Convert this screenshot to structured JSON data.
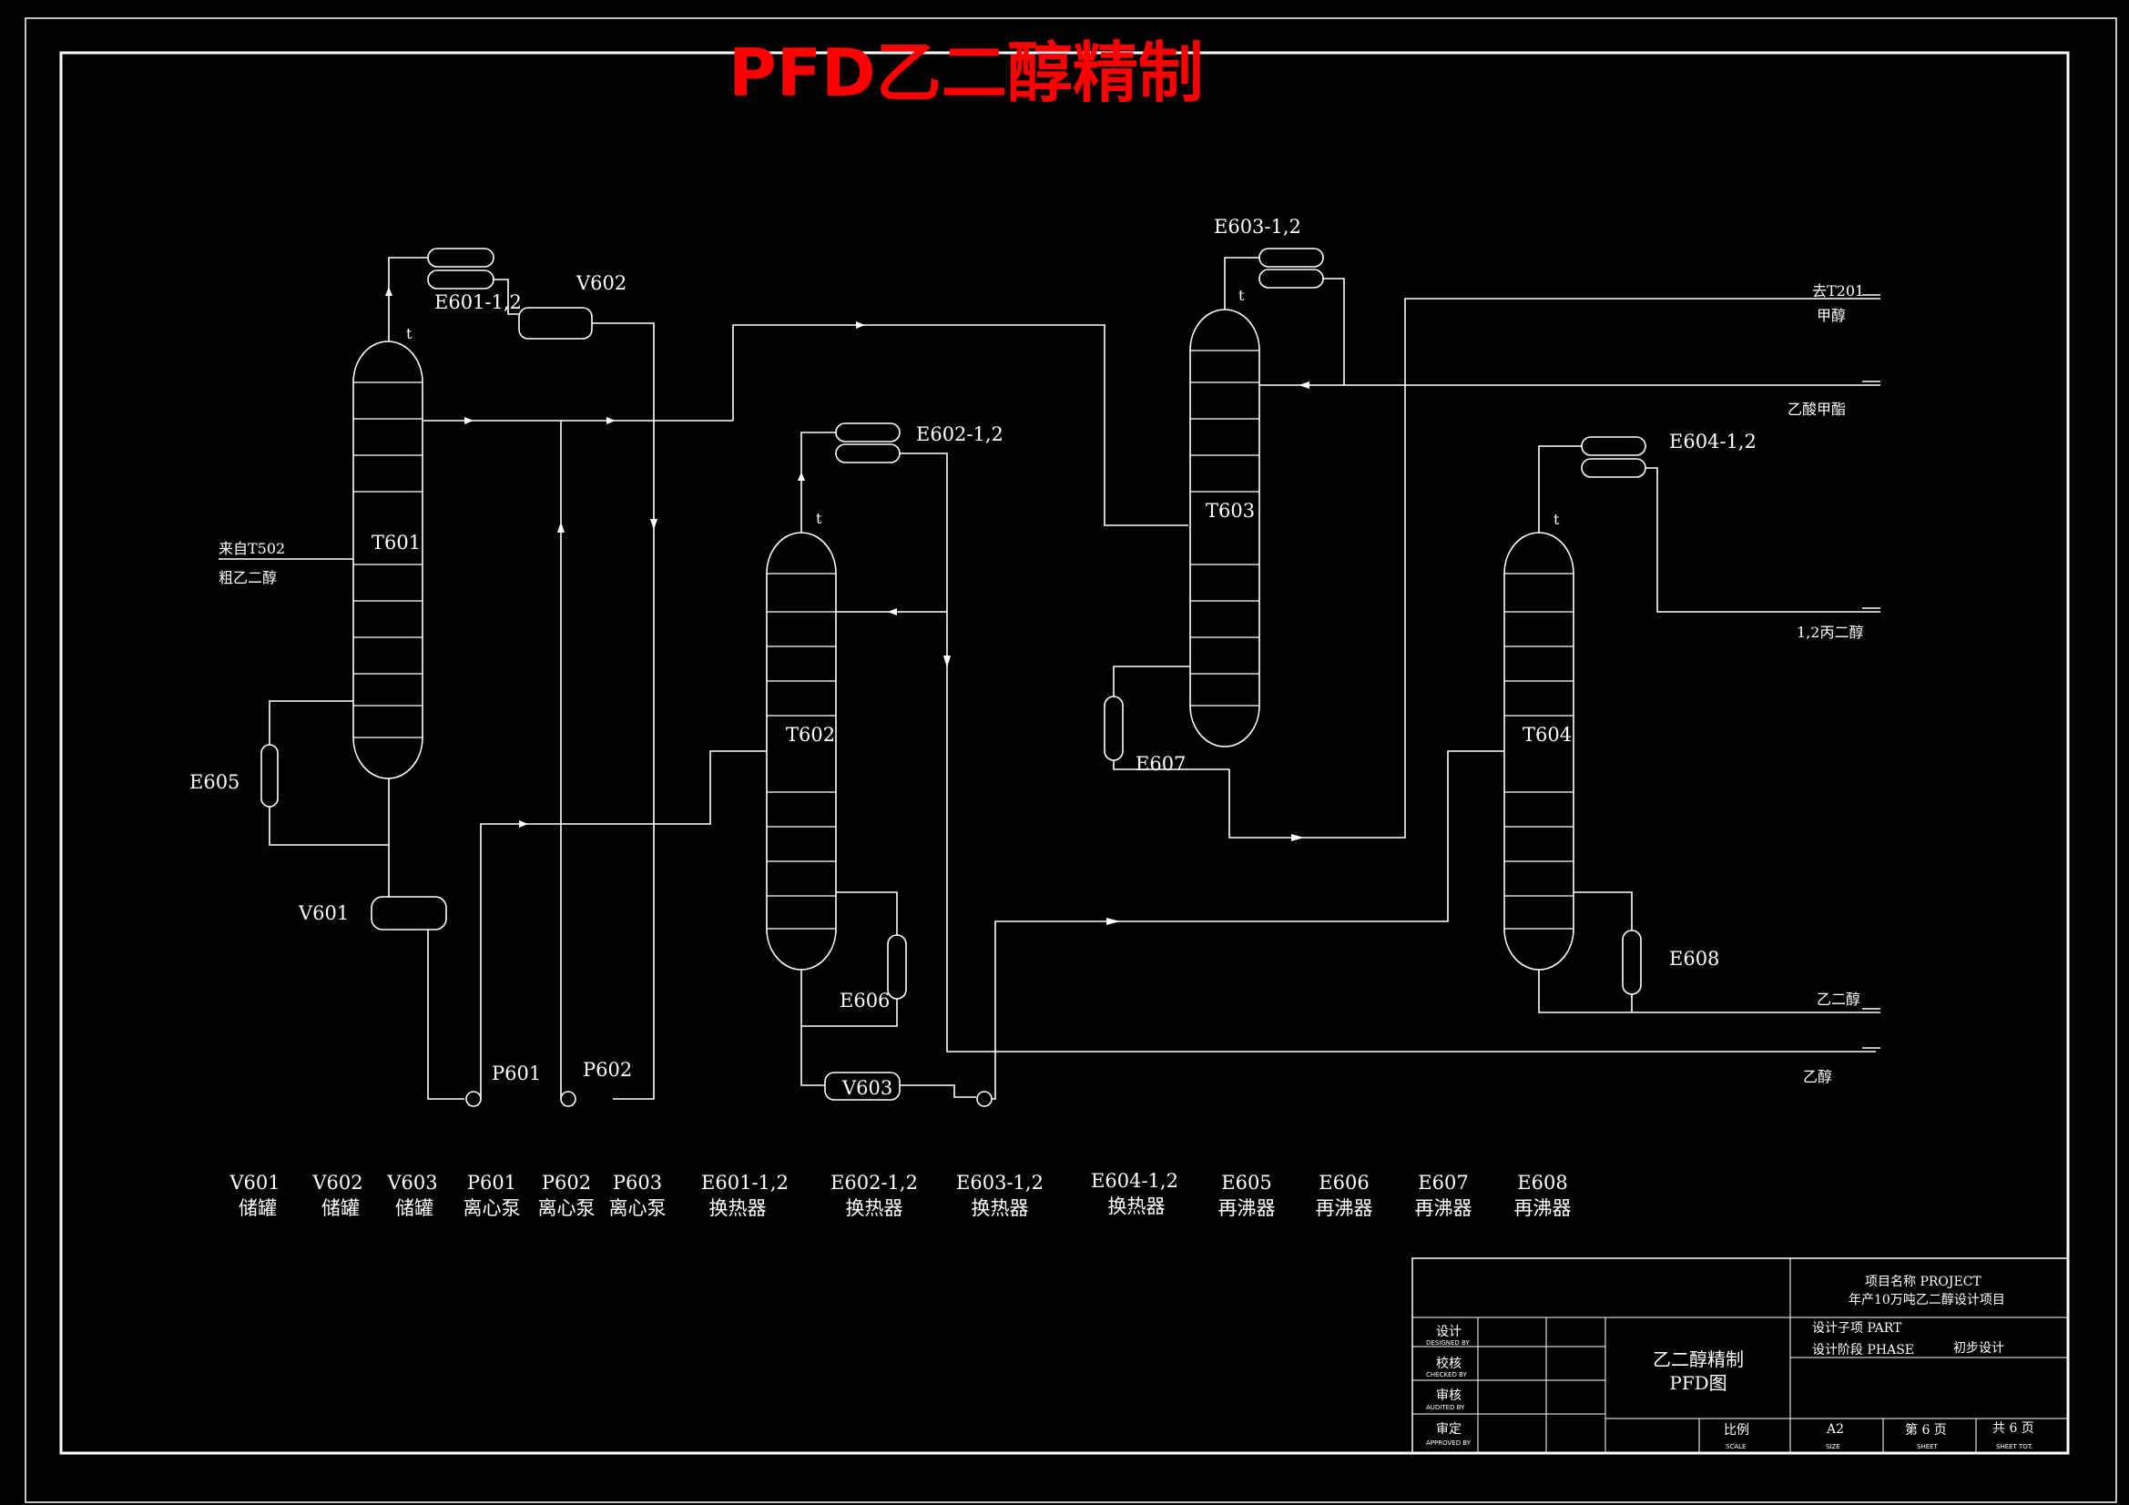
{
  "title": "PFD乙二醇精制",
  "equipment_labels": {
    "E601": "E601-1,2",
    "V602": "V602",
    "T601": "T601",
    "E605": "E605",
    "V601": "V601",
    "P601": "P601",
    "P602": "P602",
    "E602": "E602-1,2",
    "T602": "T602",
    "E606": "E606",
    "V603": "V603",
    "E603": "E603-1,2",
    "T603": "T603",
    "E607": "E607",
    "E604": "E604-1,2",
    "T604": "T604",
    "E608": "E608"
  },
  "streams": {
    "feed_line1": "来自T502",
    "feed_line2": "粗乙二醇",
    "to_t201_line1": "去T201",
    "to_t201_line2": "甲醇",
    "methyl_acetate": "乙酸甲酯",
    "propanediol": "1,2丙二醇",
    "ethylene_glycol": "乙二醇",
    "ethanol": "乙醇"
  },
  "legend": [
    {
      "code": "V601",
      "desc": "储罐"
    },
    {
      "code": "V602",
      "desc": "储罐"
    },
    {
      "code": "V603",
      "desc": "储罐"
    },
    {
      "code": "P601",
      "desc": "离心泵"
    },
    {
      "code": "P602",
      "desc": "离心泵"
    },
    {
      "code": "P603",
      "desc": "离心泵"
    },
    {
      "code": "E601-1,2",
      "desc": "换热器"
    },
    {
      "code": "E602-1,2",
      "desc": "换热器"
    },
    {
      "code": "E603-1,2",
      "desc": "换热器"
    },
    {
      "code": "E604-1,2",
      "desc": "换热器"
    },
    {
      "code": "E605",
      "desc": "再沸器"
    },
    {
      "code": "E606",
      "desc": "再沸器"
    },
    {
      "code": "E607",
      "desc": "再沸器"
    },
    {
      "code": "E608",
      "desc": "再沸器"
    }
  ],
  "title_block": {
    "project_label": "项目名称 PROJECT",
    "project_value": "年产10万吨乙二醇设计项目",
    "designed": "设计",
    "designed_en": "DESIGNED BY",
    "checked": "校核",
    "checked_en": "CHECKED BY",
    "audited": "审核",
    "audited_en": "AUDITED BY",
    "approved": "审定",
    "approved_en": "APPROVED BY",
    "drawing_title1": "乙二醇精制",
    "drawing_title2": "PFD图",
    "part_label": "设计子项 PART",
    "phase_label": "设计阶段 PHASE",
    "phase_value": "初步设计",
    "scale_label": "比例",
    "scale_en": "SCALE",
    "size_value": "A2",
    "size_en": "SIZE",
    "sheet_value": "第 6 页",
    "sheet_en": "SHEET",
    "total_value": "共 6 页",
    "total_en": "SHEET TOT."
  }
}
